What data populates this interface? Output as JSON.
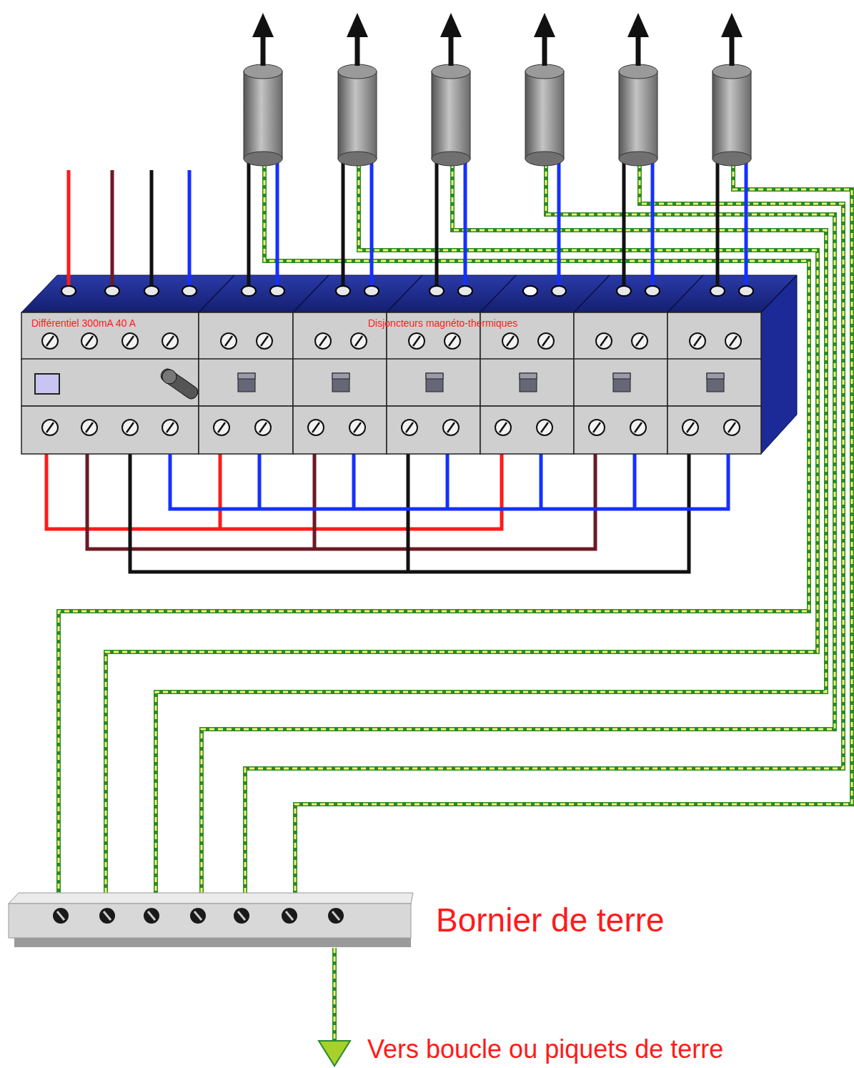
{
  "diagram": {
    "nodes": [
      {
        "text": [
          "Différentiel 300mA 40 A"
        ]
      },
      {
        "text": [
          "Disjoncteurs magnéto-thermiques"
        ]
      },
      {
        "text": [
          "Bornier de terre"
        ]
      }
    ],
    "edges": [
      {
        "from": 0,
        "to": 1,
        "arrow": "none"
      }
    ],
    "labels": [
      "Vers boucle ou piquets de terre"
    ]
  }
}
